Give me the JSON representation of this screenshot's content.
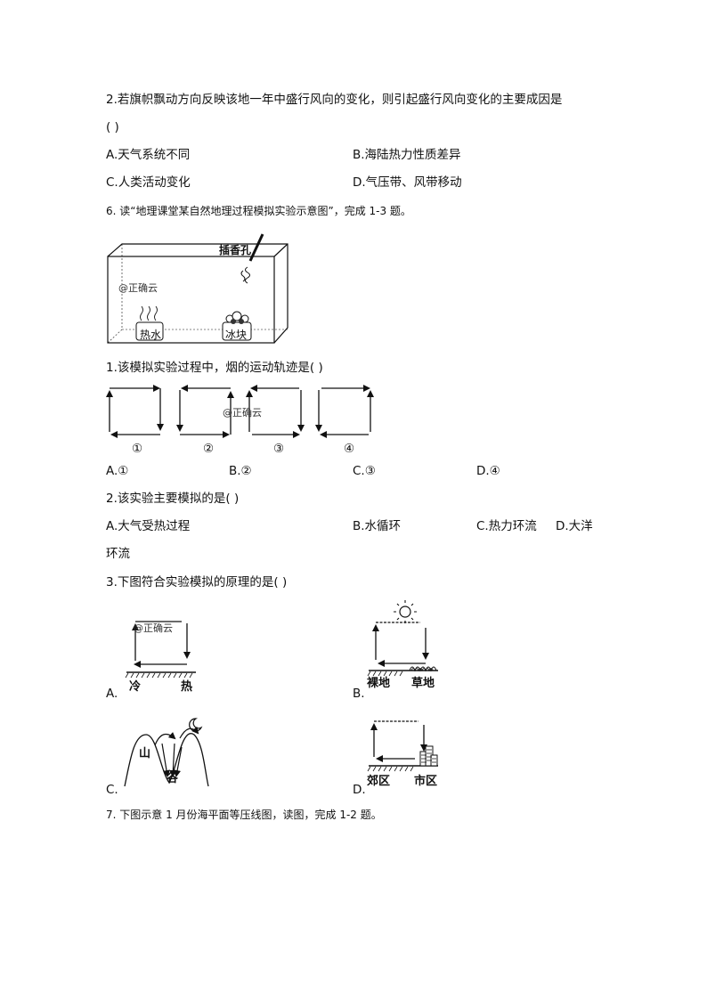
{
  "q2_prev": {
    "stem": "2.若旗帜飘动方向反映该地一年中盛行风向的变化，则引起盛行风向变化的主要成因是",
    "paren": "(     )",
    "a": "A.天气系统不同",
    "b": "B.海陆热力性质差异",
    "c": "C.人类活动变化",
    "d": "D.气压带、风带移动"
  },
  "q6": {
    "stem": "6. 读“地理课堂某自然地理过程模拟实验示意图”，完成 1-3 题。",
    "figure": {
      "incense_label": "插香孔",
      "watermark": "@正确云",
      "hot_water": "热水",
      "ice": "冰块"
    },
    "sub1": {
      "stem": "1.该模拟实验过程中，烟的运动轨迹是(       )",
      "watermark": "@正确云",
      "diagram_labels": [
        "①",
        "②",
        "③",
        "④"
      ],
      "options": [
        "A.①",
        "B.②",
        "C.③",
        "D.④"
      ]
    },
    "sub2": {
      "stem": "2.该实验主要模拟的是(     )",
      "a": "A.大气受热过程",
      "b": "B.水循环",
      "c": "C.热力环流",
      "d": "D.大洋",
      "d_cont": "环流"
    },
    "sub3": {
      "stem": "3.下图符合实验模拟的原理的是(     )",
      "a": {
        "letter": "A.",
        "watermark": "@正确云",
        "left": "冷",
        "right": "热"
      },
      "b": {
        "letter": "B.",
        "left": "裸地",
        "right": "草地"
      },
      "c": {
        "letter": "C.",
        "mountain": "山",
        "valley": "谷"
      },
      "d": {
        "letter": "D.",
        "left": "郊区",
        "right": "市区"
      }
    }
  },
  "q7": {
    "stem": "7. 下图示意 1 月份海平面等压线图，读图，完成 1-2 题。"
  }
}
